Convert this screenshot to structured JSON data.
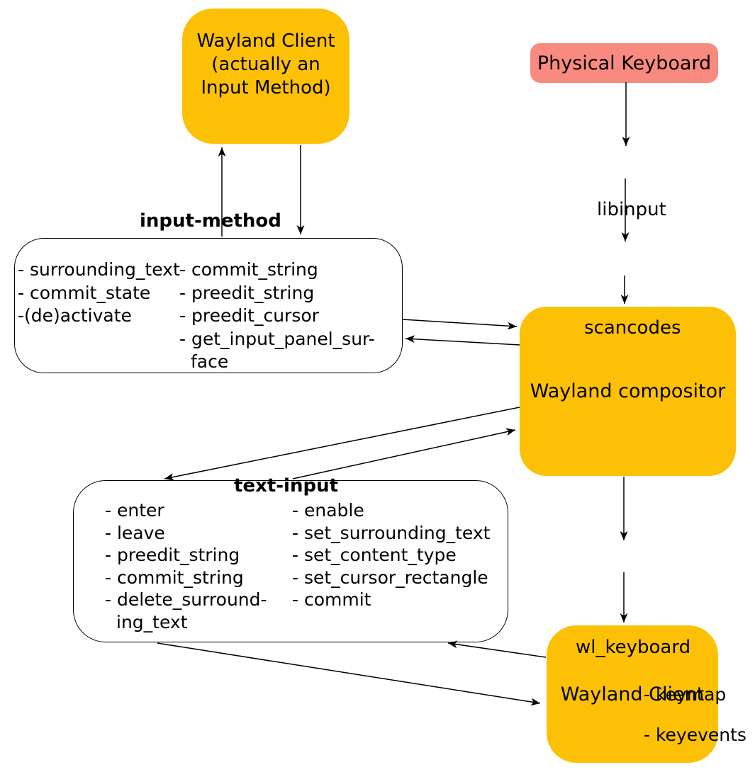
{
  "colors": {
    "node_fill_yellow": "#FCC107",
    "node_fill_pink": "#F98A80",
    "line_color": "#000000",
    "protocol_box_fill": "#FFFFFF"
  },
  "nodes": {
    "input_method_client": {
      "line1": "Wayland Client",
      "line2": "(actually an",
      "line3": "Input Method)"
    },
    "physical_keyboard": {
      "label": "Physical Keyboard"
    },
    "compositor": {
      "label": "Wayland compositor"
    },
    "client": {
      "label": "Wayland Client"
    }
  },
  "edge_labels": {
    "libinput": "libinput",
    "scancodes": "scancodes",
    "wl_keyboard": "wl_keyboard",
    "keymap": "- keymap",
    "keyevents": "- keyevents"
  },
  "protocols": {
    "input_method": {
      "title": "input-method",
      "left": [
        "- surrounding_text",
        "- commit_state",
        "-(de)activate"
      ],
      "right": [
        "- commit_string",
        "- preedit_string",
        "- preedit_cursor",
        "- get_input_panel_sur-",
        "face"
      ]
    },
    "text_input": {
      "title": "text-input",
      "left": [
        "- enter",
        "- leave",
        "- preedit_string",
        "- commit_string",
        "- delete_surround-",
        "ing_text"
      ],
      "right": [
        "- enable",
        "- set_surrounding_text",
        "- set_content_type",
        "- set_cursor_rectangle",
        "- commit"
      ]
    }
  }
}
